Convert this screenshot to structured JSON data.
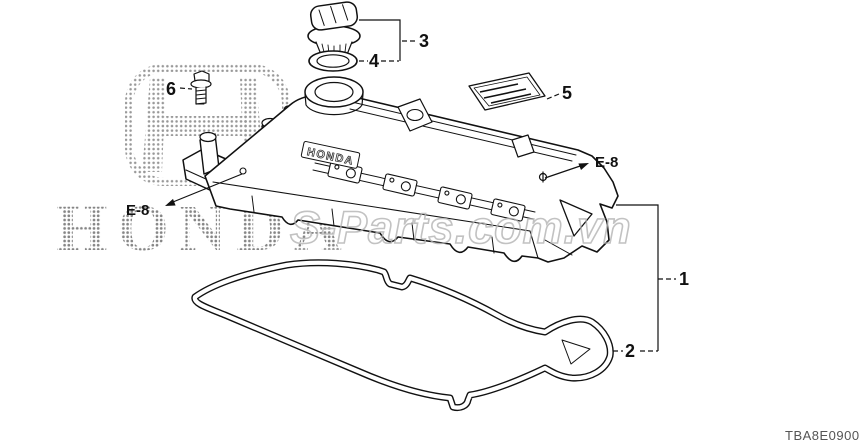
{
  "diagram": {
    "code": "TBA8E0900",
    "watermark": {
      "logo_icon": "honda-h-logo",
      "brand": "HONDA",
      "site": "S-Parts.com.vn"
    },
    "cover_emblem": "HONDA",
    "callouts": {
      "1": "1",
      "2": "2",
      "3": "3",
      "4": "4",
      "5": "5",
      "6": "6"
    },
    "references": {
      "left": "E-8",
      "right": "E-8"
    }
  }
}
